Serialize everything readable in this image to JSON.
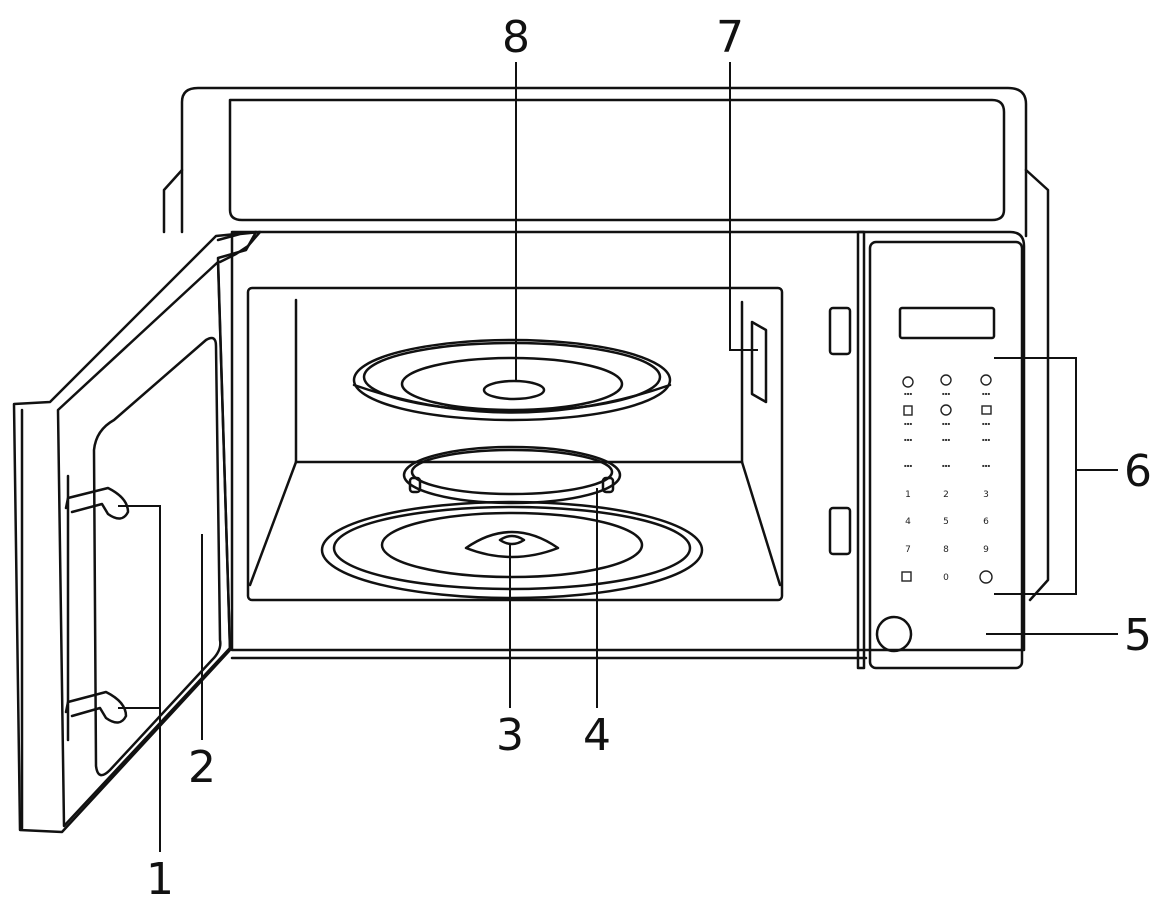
{
  "diagram": {
    "callouts": {
      "c1": "1",
      "c2": "2",
      "c3": "3",
      "c4": "4",
      "c5": "5",
      "c6": "6",
      "c7": "7",
      "c8": "8"
    },
    "keypad": {
      "digits": [
        "1",
        "2",
        "3",
        "4",
        "5",
        "6",
        "7",
        "8",
        "9",
        "0"
      ]
    },
    "colors": {
      "line": "#111111",
      "background": "#ffffff"
    }
  }
}
